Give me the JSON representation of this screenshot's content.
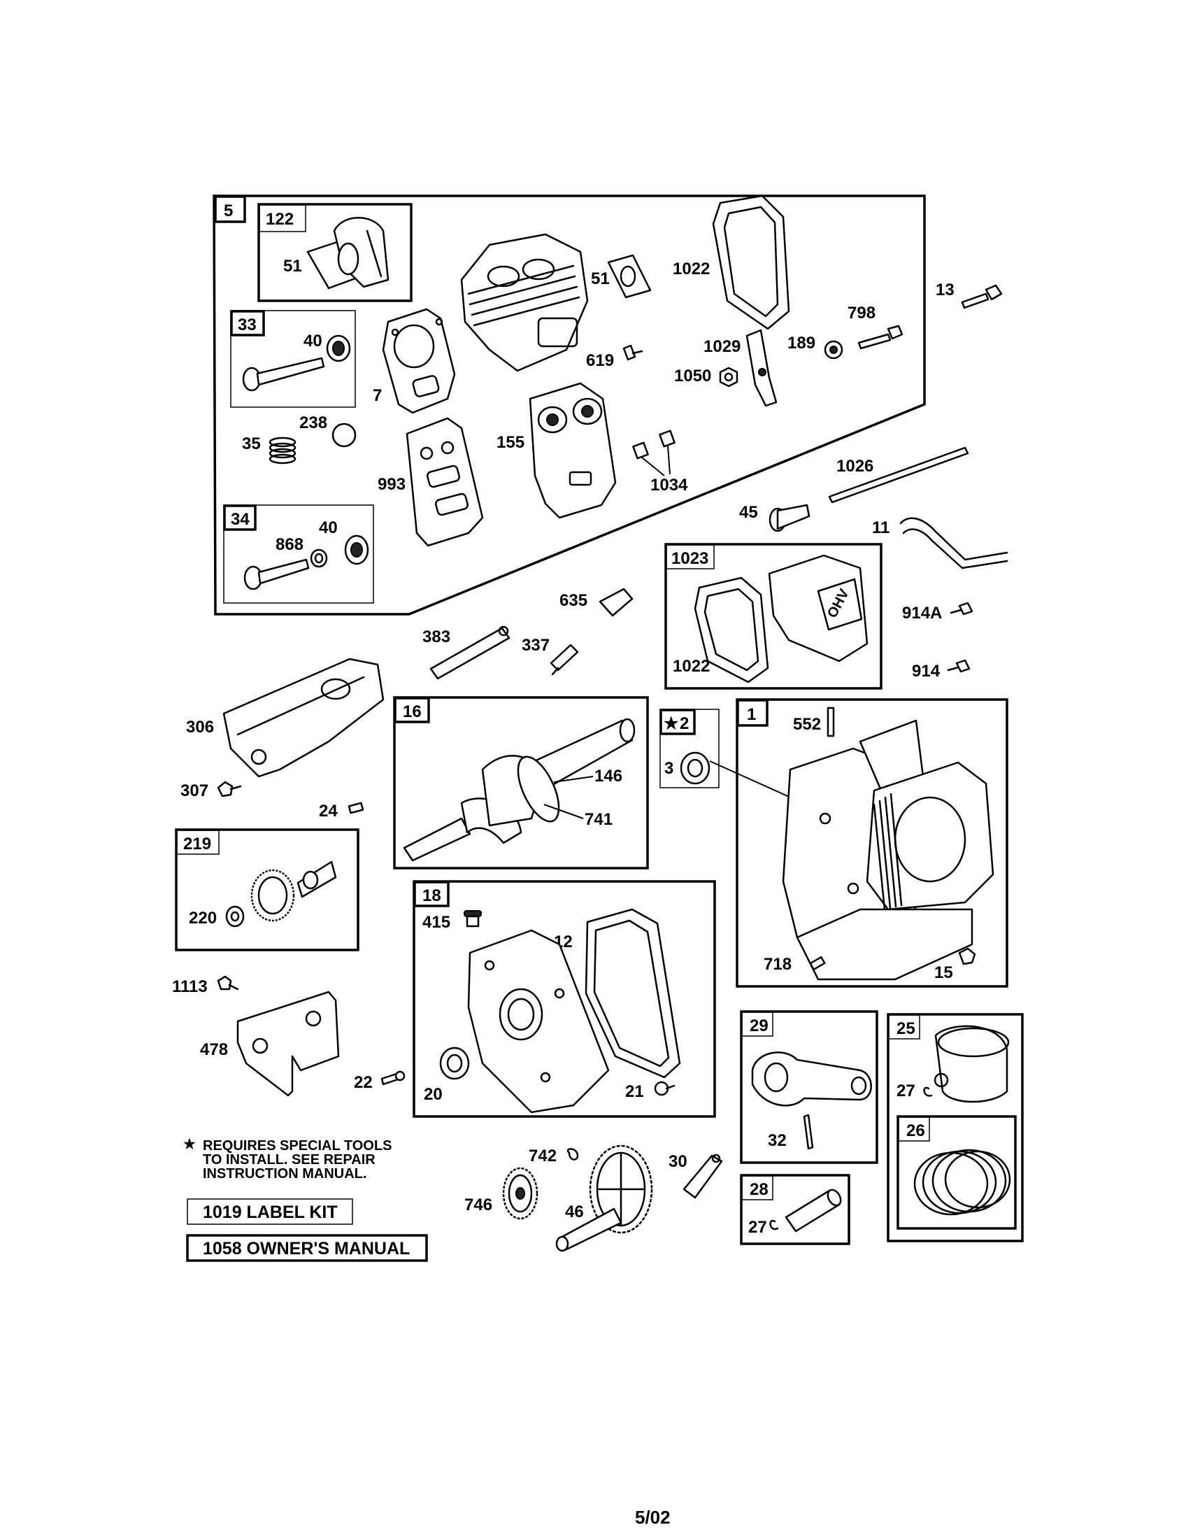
{
  "parts": {
    "p5": "5",
    "p122": "122",
    "p51a": "51",
    "p51b": "51",
    "p1022a": "1022",
    "p13": "13",
    "p798": "798",
    "p33": "33",
    "p40a": "40",
    "p7": "7",
    "p1029": "1029",
    "p189": "189",
    "p619": "619",
    "p1050": "1050",
    "p238": "238",
    "p35": "35",
    "p155": "155",
    "p993": "993",
    "p1034": "1034",
    "p1026": "1026",
    "p34": "34",
    "p40b": "40",
    "p868": "868",
    "p45": "45",
    "p11": "11",
    "p1023": "1023",
    "p635": "635",
    "p914a": "914A",
    "p383": "383",
    "p337": "337",
    "p1022b": "1022",
    "p914": "914",
    "p16": "16",
    "p2": "2",
    "p1": "1",
    "p552": "552",
    "p306": "306",
    "p146": "146",
    "p3": "3",
    "p307": "307",
    "p24": "24",
    "p741": "741",
    "p219": "219",
    "p18": "18",
    "p415": "415",
    "p12": "12",
    "p220": "220",
    "p718": "718",
    "p15": "15",
    "p1113": "1113",
    "p29": "29",
    "p25": "25",
    "p478": "478",
    "p27a": "27",
    "p22": "22",
    "p20": "20",
    "p21": "21",
    "p32": "32",
    "p26": "26",
    "p742": "742",
    "p30": "30",
    "p28": "28",
    "p746": "746",
    "p46": "46",
    "p27b": "27"
  },
  "notes": {
    "star": "★",
    "tools_line1": "REQUIRES SPECIAL TOOLS",
    "tools_line2": "TO INSTALL.  SEE REPAIR",
    "tools_line3": "INSTRUCTION MANUAL."
  },
  "kits": {
    "label_kit": "1019 LABEL KIT",
    "owners_manual": "1058 OWNER'S MANUAL"
  },
  "decal": "OHV",
  "footer": {
    "date": "5/02"
  }
}
